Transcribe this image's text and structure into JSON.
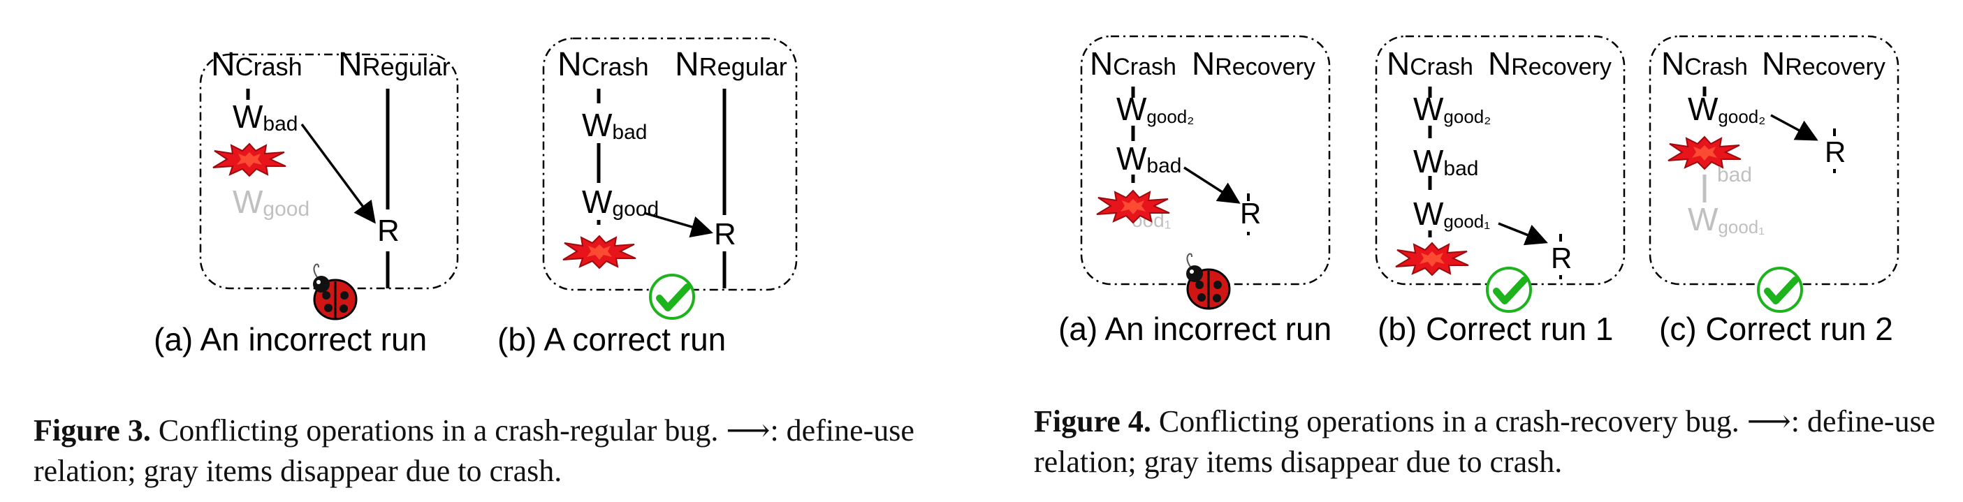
{
  "fig3": {
    "panel_a": {
      "node_left": "N",
      "node_left_sub": "Crash",
      "node_right": "N",
      "node_right_sub": "Regular",
      "w_bad": "W",
      "w_bad_sub": "bad",
      "w_good": "W",
      "w_good_sub": "good",
      "r": "R",
      "caption": "(a) An incorrect run"
    },
    "panel_b": {
      "node_left": "N",
      "node_left_sub": "Crash",
      "node_right": "N",
      "node_right_sub": "Regular",
      "w_bad": "W",
      "w_bad_sub": "bad",
      "w_good": "W",
      "w_good_sub": "good",
      "r": "R",
      "caption": "(b) A correct run"
    },
    "caption_label": "Figure 3.",
    "caption_text": " Conflicting operations in a crash-regular bug. ⟶: define-use relation; gray items disappear due to crash."
  },
  "fig4": {
    "panel_a": {
      "node_left": "N",
      "node_left_sub": "Crash",
      "node_right": "N",
      "node_right_sub": "Recovery",
      "w_good2": "W",
      "w_good2_sub": "good₂",
      "w_bad": "W",
      "w_bad_sub": "bad",
      "w_good1_sub": "ood₁",
      "r": "R",
      "caption": "(a) An incorrect run"
    },
    "panel_b": {
      "node_left": "N",
      "node_left_sub": "Crash",
      "node_right": "N",
      "node_right_sub": "Recovery",
      "w_good2": "W",
      "w_good2_sub": "good₂",
      "w_bad": "W",
      "w_bad_sub": "bad",
      "w_good1": "W",
      "w_good1_sub": "good₁",
      "r": "R",
      "caption": "(b) Correct run 1"
    },
    "panel_c": {
      "node_left": "N",
      "node_left_sub": "Crash",
      "node_right": "N",
      "node_right_sub": "Recovery",
      "w_good2": "W",
      "w_good2_sub": "good₂",
      "w_bad_sub": "bad",
      "w_good1": "W",
      "w_good1_sub": "good₁",
      "r": "R",
      "caption": "(c) Correct run 2"
    },
    "caption_label": "Figure 4.",
    "caption_text": " Conflicting operations in a crash-recovery bug. ⟶: define-use relation; gray items disappear due to crash."
  },
  "colors": {
    "ink": "#000000",
    "gray": "#c0c0c0",
    "crash_fill": "#e8141b",
    "bug": "#cc1111",
    "check": "#1db31d"
  },
  "icons": {
    "crash": "crash-burst-icon",
    "bug": "ladybug-icon",
    "ok": "checkmark-icon"
  }
}
